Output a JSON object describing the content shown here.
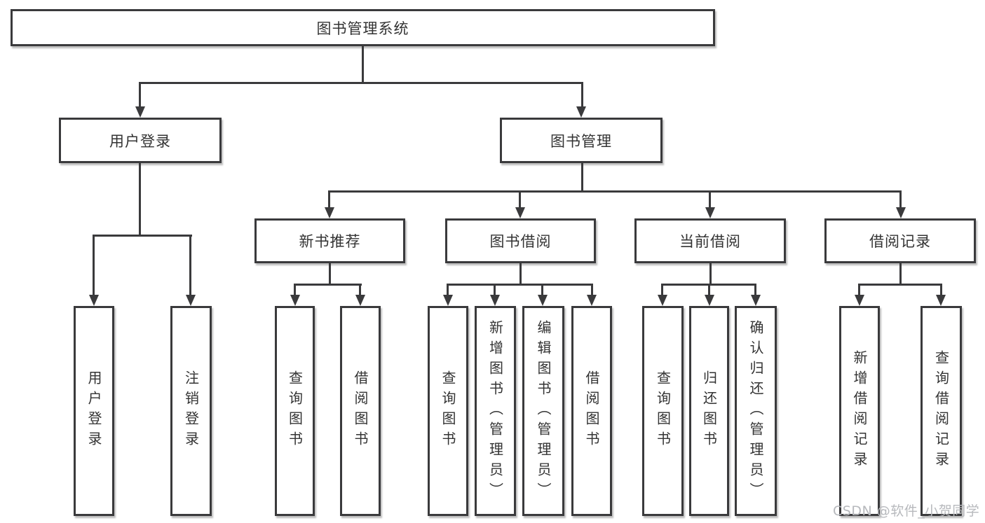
{
  "tree": {
    "label": "图书管理系统",
    "children": [
      {
        "label": "用户登录",
        "children": [
          {
            "label": "用户登录"
          },
          {
            "label": "注销登录"
          }
        ]
      },
      {
        "label": "图书管理",
        "children": [
          {
            "label": "新书推荐",
            "children": [
              {
                "label": "查询图书"
              },
              {
                "label": "借阅图书"
              }
            ]
          },
          {
            "label": "图书借阅",
            "children": [
              {
                "label": "查询图书"
              },
              {
                "label": "新增图书（管理员）"
              },
              {
                "label": "编辑图书（管理员）"
              },
              {
                "label": "借阅图书"
              }
            ]
          },
          {
            "label": "当前借阅",
            "children": [
              {
                "label": "查询图书"
              },
              {
                "label": "归还图书"
              },
              {
                "label": "确认归还（管理员）"
              }
            ]
          },
          {
            "label": "借阅记录",
            "children": [
              {
                "label": "新增借阅记录"
              },
              {
                "label": "查询借阅记录"
              }
            ]
          }
        ]
      }
    ]
  },
  "watermark": {
    "text": "CSDN @软件_小贺同学"
  },
  "colors": {
    "line": "#3a3a3c",
    "text": "#333333",
    "background": "#ffffff",
    "watermark": "#b7b9bd"
  }
}
